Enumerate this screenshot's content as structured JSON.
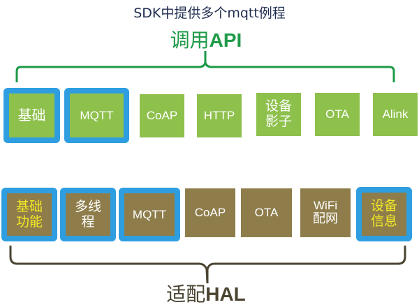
{
  "title": "SDK中提供多个mqtt例程",
  "api_layer": {
    "label_cn": "调用",
    "label_en": "API",
    "bracket_color": "#1e9a48",
    "box_color": "#8ec04c",
    "items": [
      {
        "label": "基础",
        "highlighted": true
      },
      {
        "label": "MQTT",
        "highlighted": true
      },
      {
        "label": "CoAP",
        "highlighted": false
      },
      {
        "label": "HTTP",
        "highlighted": false
      },
      {
        "label": "设备\n影子",
        "line1": "设备",
        "line2": "影子",
        "highlighted": false
      },
      {
        "label": "OTA",
        "highlighted": false
      },
      {
        "label": "Alink",
        "highlighted": false
      }
    ]
  },
  "hal_layer": {
    "label_cn": "适配",
    "label_en": "HAL",
    "bracket_color": "#4a4431",
    "box_color": "#8e7d4b",
    "items": [
      {
        "label": "基础功能",
        "line1": "基础",
        "line2": "功能",
        "highlighted": true,
        "text_color": "#f4e924"
      },
      {
        "label": "多线程",
        "line1": "多线",
        "line2": "程",
        "highlighted": true
      },
      {
        "label": "MQTT",
        "highlighted": true
      },
      {
        "label": "CoAP",
        "highlighted": false
      },
      {
        "label": "OTA",
        "highlighted": false
      },
      {
        "label": "WiFi配网",
        "line1": "WiFi",
        "line2": "配网",
        "highlighted": false
      },
      {
        "label": "设备信息",
        "line1": "设备",
        "line2": "信息",
        "highlighted": true,
        "text_color": "#f4e924"
      }
    ]
  },
  "highlight_color": "#2e9ee0"
}
